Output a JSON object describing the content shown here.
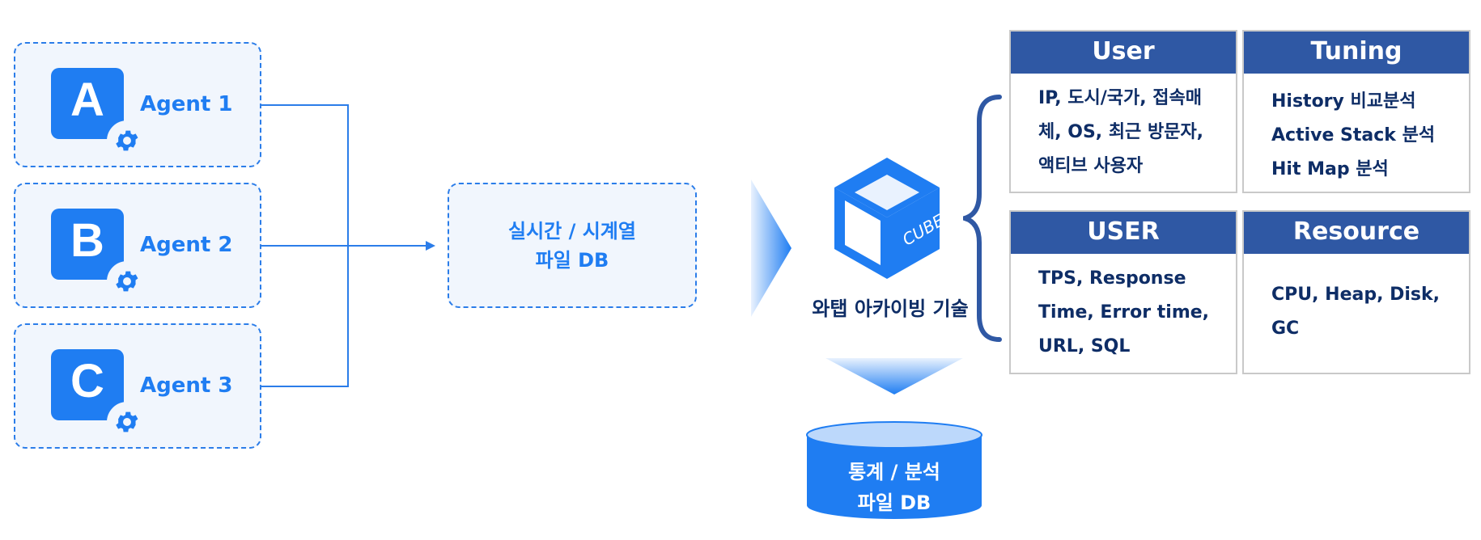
{
  "agents": [
    {
      "letter": "A",
      "label": "Agent 1"
    },
    {
      "letter": "B",
      "label": "Agent 2"
    },
    {
      "letter": "C",
      "label": "Agent 3"
    }
  ],
  "realtime_db": {
    "line1": "실시간 / 시계열",
    "line2": "파일 DB"
  },
  "cube": {
    "logo_text": "CUBE",
    "caption": "와탭 아카이빙 기술"
  },
  "stats_db": {
    "line1": "통계 / 분석",
    "line2": "파일 DB"
  },
  "cards": {
    "user": {
      "title": "User",
      "lines": [
        "IP, 도시/국가, 접속매",
        "체, OS, 최근 방문자,",
        "액티브 사용자"
      ]
    },
    "tuning": {
      "title": "Tuning",
      "lines": [
        "History 비교분석",
        "Active Stack 분석",
        "Hit Map 분석"
      ]
    },
    "user2": {
      "title": "USER",
      "lines": [
        "TPS, Response",
        "Time, Error time,",
        "URL, SQL"
      ]
    },
    "resource": {
      "title": "Resource",
      "lines": [
        "CPU, Heap, Disk,",
        "GC"
      ]
    }
  },
  "colors": {
    "primary_blue": "#1f7df2",
    "card_header": "#2f58a4",
    "text_navy": "#0e2d66"
  },
  "icons": [
    "gear-icon",
    "cube-icon",
    "database-icon",
    "arrow-right-icon",
    "arrow-down-icon",
    "brace-icon"
  ]
}
